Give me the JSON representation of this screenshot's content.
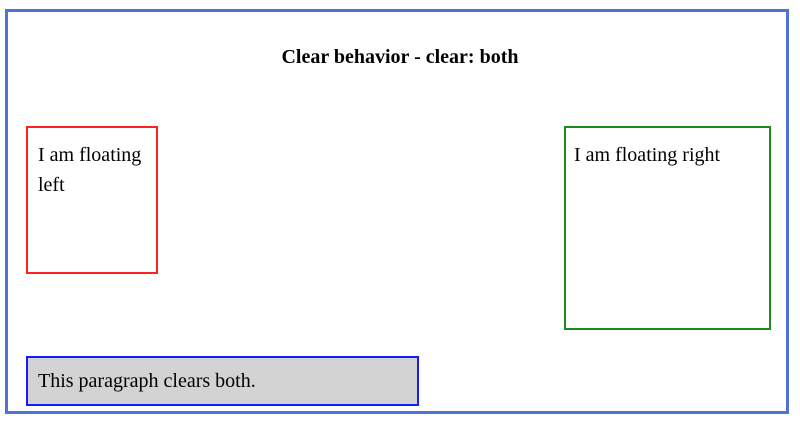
{
  "title": "Clear behavior - clear: both",
  "float_left": {
    "text": "I am floating left",
    "border_color": "#ff2020"
  },
  "float_right": {
    "text": "I am floating right",
    "border_color": "#1f8a1f"
  },
  "clear_paragraph": {
    "text": "This paragraph clears both.",
    "border_color": "#1a1aff",
    "background": "#d3d3d3"
  },
  "frame_border_color": "#4d74d6"
}
